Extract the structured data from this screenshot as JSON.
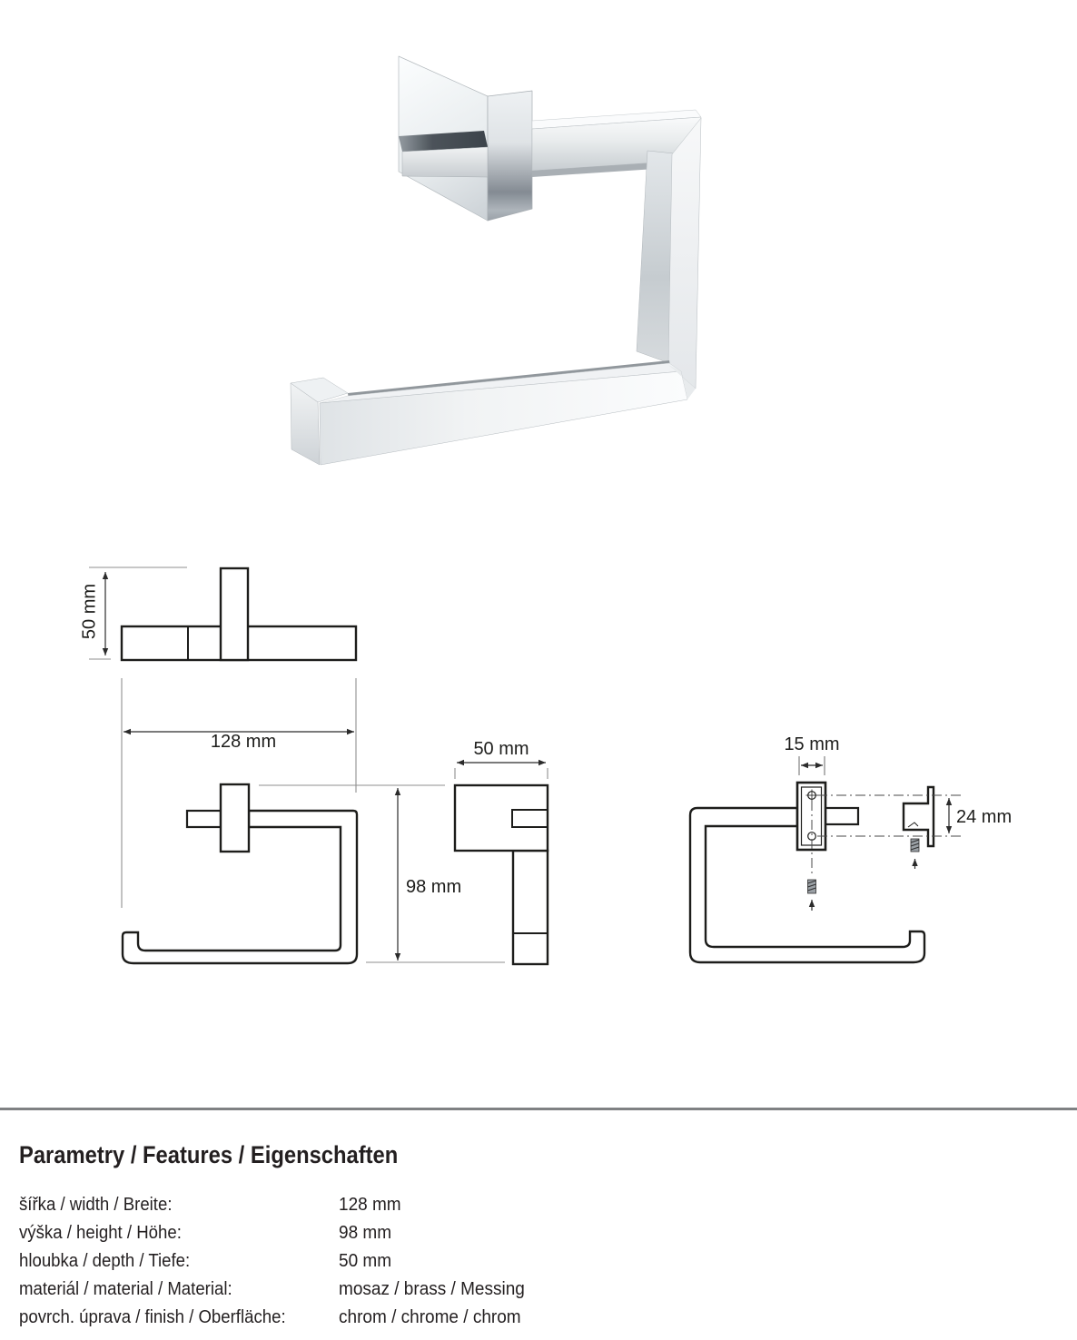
{
  "dimensions": {
    "top_view_depth": "50 mm",
    "width": "128 mm",
    "height": "98 mm",
    "side_depth": "50 mm",
    "plate_width": "15 mm",
    "bracket_height": "24 mm"
  },
  "features": {
    "title": "Parametry / Features / Eigenschaften",
    "rows": [
      {
        "label": "šířka / width / Breite:",
        "value": "128 mm"
      },
      {
        "label": "výška / height / Höhe:",
        "value": "98 mm"
      },
      {
        "label": "hloubka / depth / Tiefe:",
        "value": "50 mm"
      },
      {
        "label": "materiál / material / Material:",
        "value": "mosaz / brass / Messing"
      },
      {
        "label": "povrch. úprava / finish / Oberfläche:",
        "value": "chrom / chrome / chrom"
      }
    ]
  },
  "colors": {
    "outline": "#1d1d1b",
    "dimension_line": "#2b2b2b",
    "extension_line": "#8f8f8f",
    "separator": "#7f8183"
  }
}
